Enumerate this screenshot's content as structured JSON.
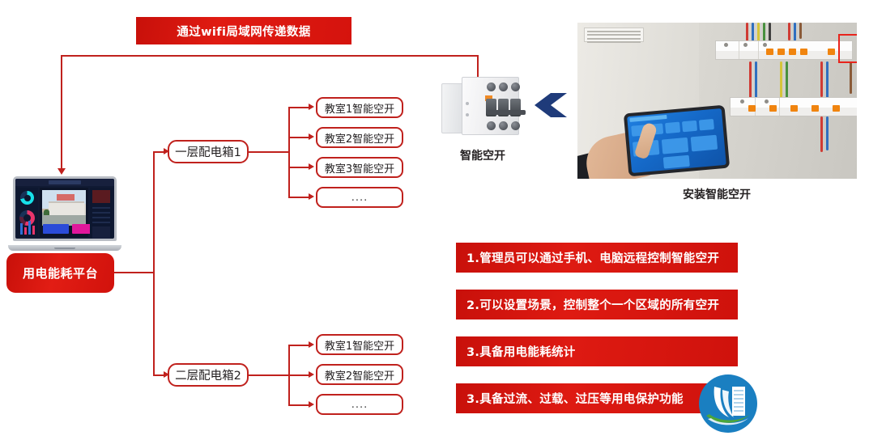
{
  "header": {
    "wifi_banner": "通过wifi局域网传递数据"
  },
  "platform": {
    "label": "用电能耗平台"
  },
  "tree": {
    "branches": [
      {
        "hub": "一层配电箱1",
        "leaves": [
          "教室1智能空开",
          "教室2智能空开",
          "教室3智能空开",
          "...."
        ]
      },
      {
        "hub": "二层配电箱2",
        "leaves": [
          "教室1智能空开",
          "教室2智能空开",
          "...."
        ]
      }
    ]
  },
  "device": {
    "label": "智能空开"
  },
  "photo": {
    "caption": "安装智能空开"
  },
  "features": [
    "1.管理员可以通过手机、电脑远程控制智能空开",
    "2.可以设置场景，控制整个一个区域的所有空开",
    "3.具备用电能耗统计",
    "3.具备过流、过载、过压等用电保护功能"
  ],
  "colors": {
    "brand_red": "#d5130d",
    "line_red": "#c0211d",
    "chevron_blue": "#1f3b7a",
    "logo_blue": "#1a7fc1",
    "logo_green": "#4ca63a"
  }
}
